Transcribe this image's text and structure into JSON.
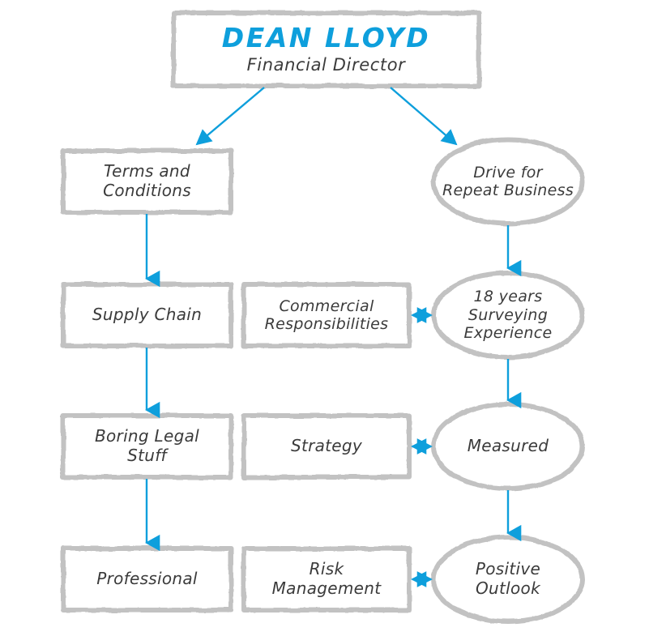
{
  "diagram": {
    "title": "Dean Lloyd organisational / responsibility chart",
    "colors": {
      "accent_blue": "#0e9fdc",
      "node_border_gray": "#c2c2c2",
      "text_gray": "#3b3b3b",
      "background": "#ffffff"
    },
    "root": {
      "name": "DEAN LLOYD",
      "role": "Financial Director",
      "shape": "rectangle"
    },
    "nodes": [
      {
        "id": "terms-and-conditions",
        "label": "Terms and\nConditions",
        "shape": "rectangle",
        "column": "left"
      },
      {
        "id": "supply-chain",
        "label": "Supply Chain",
        "shape": "rectangle",
        "column": "left"
      },
      {
        "id": "boring-legal-stuff",
        "label": "Boring Legal\nStuff",
        "shape": "rectangle",
        "column": "left"
      },
      {
        "id": "professional",
        "label": "Professional",
        "shape": "rectangle",
        "column": "left"
      },
      {
        "id": "commercial-responsibilities",
        "label": "Commercial\nResponsibilities",
        "shape": "rectangle",
        "column": "middle"
      },
      {
        "id": "strategy",
        "label": "Strategy",
        "shape": "rectangle",
        "column": "middle"
      },
      {
        "id": "risk-management",
        "label": "Risk\nManagement",
        "shape": "rectangle",
        "column": "middle"
      },
      {
        "id": "drive-for-repeat-business",
        "label": "Drive for\nRepeat Business",
        "shape": "ellipse",
        "column": "right"
      },
      {
        "id": "surveying-experience",
        "label": "18 years\nSurveying\nExperience",
        "shape": "ellipse",
        "column": "right"
      },
      {
        "id": "measured",
        "label": "Measured",
        "shape": "ellipse",
        "column": "right"
      },
      {
        "id": "positive-outlook",
        "label": "Positive\nOutlook",
        "shape": "ellipse",
        "column": "right"
      }
    ],
    "connections": [
      {
        "from": "root",
        "to": "terms-and-conditions",
        "style": "diagonal",
        "direction": "one-way"
      },
      {
        "from": "root",
        "to": "drive-for-repeat-business",
        "style": "diagonal",
        "direction": "one-way"
      },
      {
        "from": "terms-and-conditions",
        "to": "supply-chain",
        "style": "vertical",
        "direction": "one-way"
      },
      {
        "from": "supply-chain",
        "to": "boring-legal-stuff",
        "style": "vertical",
        "direction": "one-way"
      },
      {
        "from": "boring-legal-stuff",
        "to": "professional",
        "style": "vertical",
        "direction": "one-way"
      },
      {
        "from": "drive-for-repeat-business",
        "to": "surveying-experience",
        "style": "vertical",
        "direction": "one-way"
      },
      {
        "from": "surveying-experience",
        "to": "measured",
        "style": "vertical",
        "direction": "one-way"
      },
      {
        "from": "measured",
        "to": "positive-outlook",
        "style": "vertical",
        "direction": "one-way"
      },
      {
        "from": "commercial-responsibilities",
        "to": "surveying-experience",
        "style": "horizontal",
        "direction": "two-way"
      },
      {
        "from": "strategy",
        "to": "measured",
        "style": "horizontal",
        "direction": "two-way"
      },
      {
        "from": "risk-management",
        "to": "positive-outlook",
        "style": "horizontal",
        "direction": "two-way"
      }
    ]
  }
}
